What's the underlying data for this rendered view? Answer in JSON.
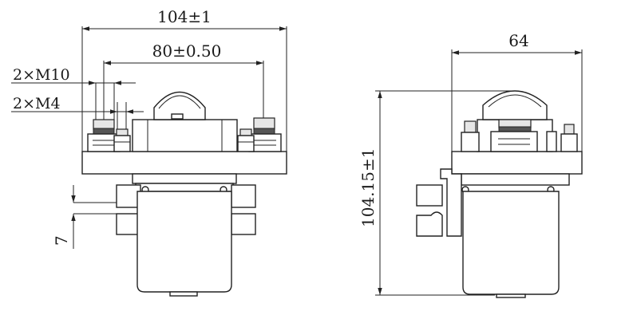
{
  "dimensions": {
    "overall_width": "104±1",
    "terminal_spacing": "80±0.50",
    "thread_m10": "2×M10",
    "thread_m4": "2×M4",
    "bracket_offset": "7",
    "side_width": "64",
    "overall_height": "104.15±1"
  }
}
